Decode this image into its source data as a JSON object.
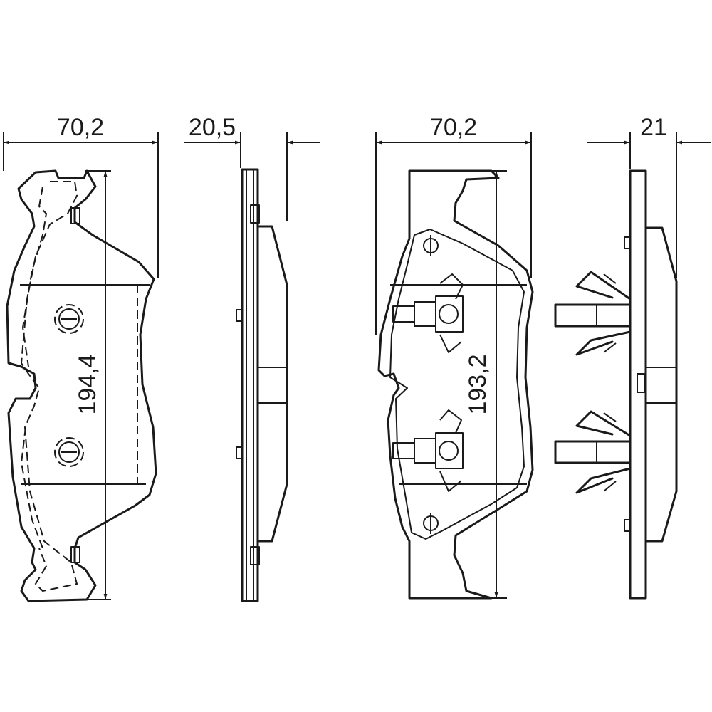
{
  "dimensions": {
    "pad1_width": "70,2",
    "pad1_thickness": "20,5",
    "pad2_width": "70,2",
    "pad2_thickness": "21",
    "pad1_length": "194,4",
    "pad2_length": "193,2"
  },
  "colors": {
    "line": "#1a1a1a",
    "background": "#ffffff"
  }
}
